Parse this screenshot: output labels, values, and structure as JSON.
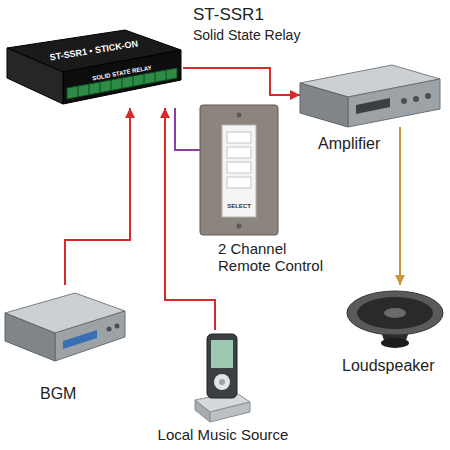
{
  "diagram": {
    "nodes": [
      {
        "text": [
          "ST-SSR1",
          "Solid State Relay"
        ]
      },
      {
        "text": [
          "Amplifier"
        ]
      },
      {
        "text": [
          "2 Channel Remote Control"
        ]
      },
      {
        "text": [
          "BGM"
        ]
      },
      {
        "text": [
          "Local Music Source"
        ]
      },
      {
        "text": [
          "Loudspeaker"
        ]
      }
    ],
    "edges": [
      {
        "from": 3,
        "to": 0,
        "arrow": "to"
      },
      {
        "from": 4,
        "to": 0,
        "arrow": "to"
      },
      {
        "from": 0,
        "to": 1,
        "arrow": "to"
      },
      {
        "from": 1,
        "to": 5,
        "arrow": "to"
      },
      {
        "from": 0,
        "to": 2,
        "arrow": "none"
      }
    ],
    "labels": [
      "ST-SSR1 • STICK-ON",
      "SOLID STATE RELAY",
      "SELECT"
    ]
  }
}
